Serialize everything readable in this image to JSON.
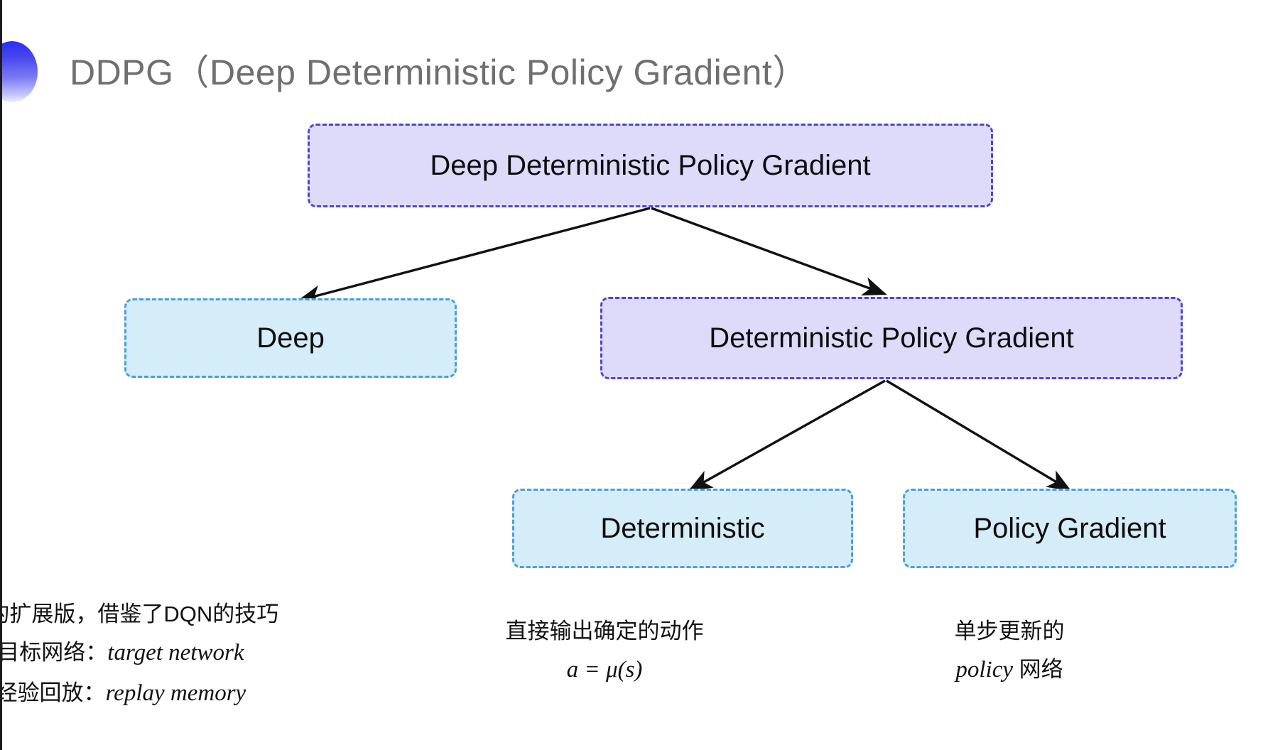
{
  "title": "DDPG（Deep Deterministic Policy Gradient）",
  "colors": {
    "purple_fill": "#dedbfa",
    "purple_border": "#4e44d6",
    "blue_fill": "#d5ecf9",
    "blue_border": "#4c9fd6",
    "title_text": "#6f6f6f",
    "arrow": "#111111",
    "deco_gradient_start": "#2b2bf0",
    "deco_gradient_end": "#f2f2fe"
  },
  "diagram": {
    "type": "tree",
    "nodes": {
      "root": "Deep Deterministic Policy Gradient",
      "deep": "Deep",
      "dpg": "Deterministic Policy Gradient",
      "deterministic": "Deterministic",
      "policy_gradient": "Policy Gradient"
    },
    "edges": [
      {
        "from": "root",
        "to": "deep"
      },
      {
        "from": "root",
        "to": "dpg"
      },
      {
        "from": "dpg",
        "to": "deterministic"
      },
      {
        "from": "dpg",
        "to": "policy_gradient"
      }
    ]
  },
  "notes": {
    "deep": {
      "line1": "DQN的扩展版，借鉴了DQN的技巧",
      "line2_label": "目标网络：",
      "line2_term": "target network",
      "line3_label": "经验回放：",
      "line3_term": "replay memory"
    },
    "deterministic": {
      "line1": "直接输出确定的动作",
      "formula": "a = μ(s)"
    },
    "policy_gradient": {
      "line1": "单步更新的",
      "line2_term": "policy",
      "line2_suffix": " 网络"
    }
  }
}
